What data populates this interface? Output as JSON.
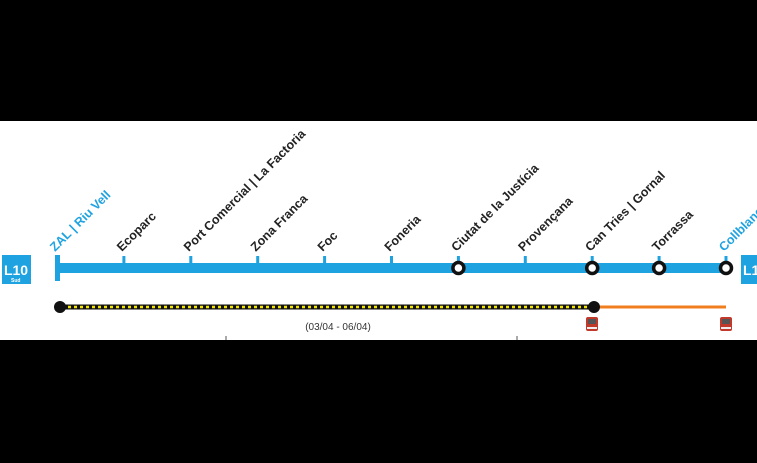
{
  "line": {
    "badge": "L10",
    "badge_sub": "Sud",
    "end_badge": "L1",
    "color": "#1fa3e0",
    "stations": [
      {
        "name": "ZAL | Riu Vell",
        "terminal": true,
        "interchange": false
      },
      {
        "name": "Ecoparc",
        "terminal": false,
        "interchange": false
      },
      {
        "name": "Port Comercial | La Factoria",
        "terminal": false,
        "interchange": false
      },
      {
        "name": "Zona Franca",
        "terminal": false,
        "interchange": false
      },
      {
        "name": "Foc",
        "terminal": false,
        "interchange": false
      },
      {
        "name": "Foneria",
        "terminal": false,
        "interchange": false
      },
      {
        "name": "Ciutat de la Justícia",
        "terminal": false,
        "interchange": true
      },
      {
        "name": "Provençana",
        "terminal": false,
        "interchange": false
      },
      {
        "name": "Can Tries | Gornal",
        "terminal": false,
        "interchange": true
      },
      {
        "name": "Torrassa",
        "terminal": false,
        "interchange": true
      },
      {
        "name": "Collblanc",
        "terminal": true,
        "interchange": true
      }
    ]
  },
  "service": {
    "closed_segment_dates": "(03/04 - 06/04)",
    "closed_color": "#f3e600",
    "bus_color": "#f07d1e",
    "bus_icon": "bus-icon"
  }
}
